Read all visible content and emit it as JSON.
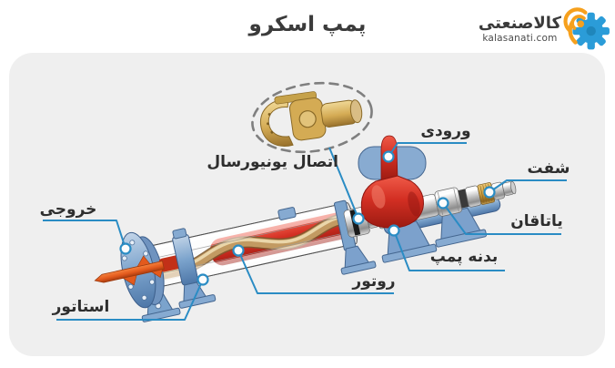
{
  "header": {
    "title": "پمپ اسکرو",
    "logo": {
      "brand": "کالاصنعتی",
      "domain": "kalasanati.com",
      "icon": "gear-signal-icon"
    }
  },
  "diagram": {
    "labels": {
      "inlet": "ورودی",
      "shaft": "شفت",
      "bearing": "یاتاقان",
      "pump_body": "بدنه پمپ",
      "rotor": "روتور",
      "stator": "استاتور",
      "outlet": "خروجی",
      "universal_joint": "اتصال یونیورسال"
    }
  },
  "colors": {
    "card_background": "#efefef",
    "leader_line": "#2a8cc4",
    "pump_red": "#d32f23",
    "pump_blue": "#7ba3cc",
    "screw_orange": "#e35a1d",
    "brass_gold": "#d4ab54",
    "logo_blue": "#2b9cd8",
    "logo_orange": "#f6a01d",
    "label_text": "#2e2e2e"
  }
}
